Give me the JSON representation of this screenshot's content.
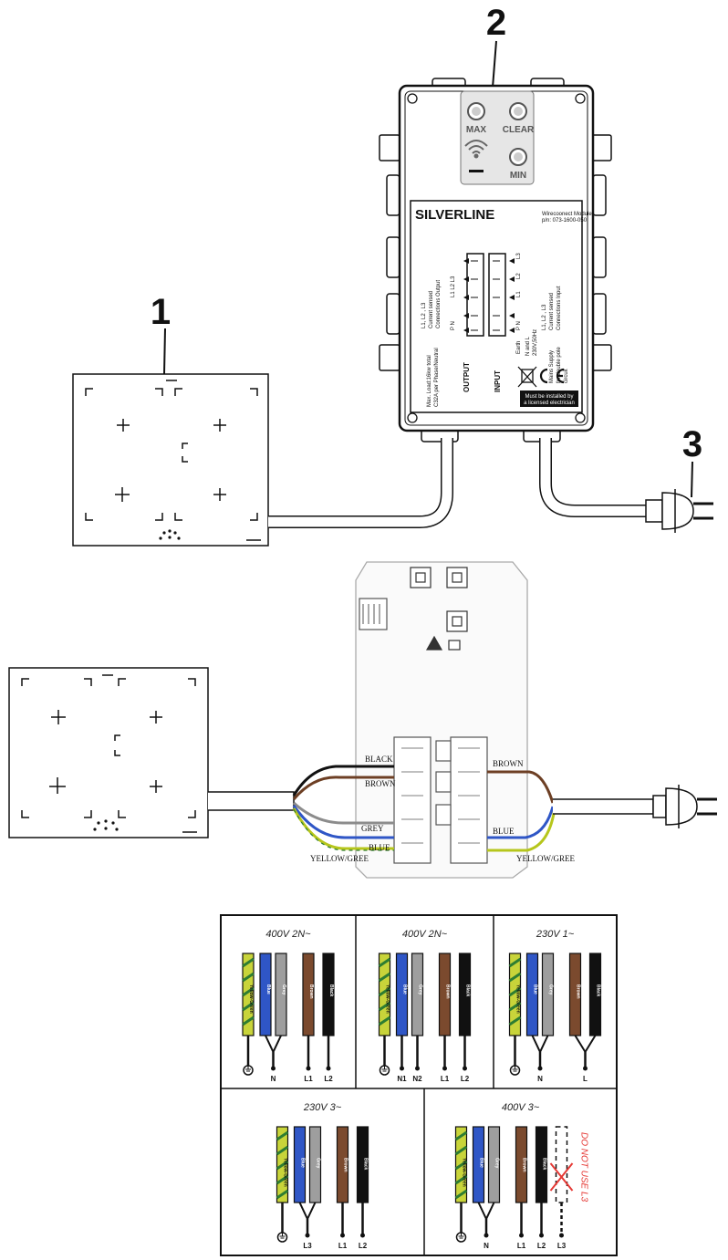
{
  "callouts": {
    "hob": "1",
    "module": "2",
    "plug": "3"
  },
  "module": {
    "buttons": {
      "max": "MAX",
      "clear": "CLEAR",
      "min": "MIN"
    },
    "brand": "SILVERLINE",
    "subtitle_1": "Wirecoonect Module",
    "subtitle_2": "p/n: 073-1600-050",
    "output_label": "OUTPUT",
    "input_label": "INPUT",
    "output_text_1": "L1, L2 , L3",
    "output_text_2": "Current sensed",
    "output_text_3": "Connections Output",
    "output_text_4": "Max. Load:16kw total",
    "output_text_5": "C32A per Phase/Neutral",
    "input_text_1": "L1, L2 , L3",
    "input_text_2": "Current sensed",
    "input_text_3": "Connections Input",
    "input_text_4": "Mains Supply",
    "input_text_5": "for double pole",
    "input_text_6": "circuit",
    "pins_output": [
      "L1 L2 L3",
      "P N"
    ],
    "pins_input": [
      "L1",
      "L2",
      "L3",
      "P N",
      "Earth"
    ],
    "rating_1": "N and L",
    "rating_2": "230V,50Hz",
    "notice_1": "Must be installed by",
    "notice_2": "a licensed electrician"
  },
  "wiring": {
    "left_wires": [
      "BLACK",
      "BROWN",
      "GREY",
      "BLUE",
      "YELLOW/GREE"
    ],
    "right_wires": [
      "BROWN",
      "BLUE",
      "YELLOW/GREE"
    ]
  },
  "configs": [
    {
      "title": "400V 2N~",
      "wires": [
        {
          "name": "Yellow-Green",
          "color": "#c8d43a",
          "stripe": "#2e7d32",
          "terminal": "⏚"
        },
        {
          "name": "Blue",
          "color": "#2f56c6",
          "terminal": "N",
          "bridge": "grey"
        },
        {
          "name": "Grey",
          "color": "#9e9e9e",
          "terminal": ""
        },
        {
          "name": "Brown",
          "color": "#7b4a2e",
          "terminal": "L1"
        },
        {
          "name": "Black",
          "color": "#111111",
          "terminal": "L2"
        }
      ]
    },
    {
      "title": "400V 2N~",
      "wires": [
        {
          "name": "Yellow-Green",
          "color": "#c8d43a",
          "stripe": "#2e7d32",
          "terminal": "⏚"
        },
        {
          "name": "Blue",
          "color": "#2f56c6",
          "terminal": "N1"
        },
        {
          "name": "Grey",
          "color": "#9e9e9e",
          "terminal": "N2"
        },
        {
          "name": "Brown",
          "color": "#7b4a2e",
          "terminal": "L1"
        },
        {
          "name": "Black",
          "color": "#111111",
          "terminal": "L2"
        }
      ]
    },
    {
      "title": "230V 1~",
      "wires": [
        {
          "name": "Yellow-Green",
          "color": "#c8d43a",
          "stripe": "#2e7d32",
          "terminal": "⏚"
        },
        {
          "name": "Blue",
          "color": "#2f56c6",
          "terminal": "N",
          "bridge": "grey"
        },
        {
          "name": "Grey",
          "color": "#9e9e9e",
          "terminal": ""
        },
        {
          "name": "Brown",
          "color": "#7b4a2e",
          "terminal": "L",
          "bridge": "black"
        },
        {
          "name": "Black",
          "color": "#111111",
          "terminal": ""
        }
      ]
    },
    {
      "title": "230V 3~",
      "wires": [
        {
          "name": "Yellow-Green",
          "color": "#c8d43a",
          "stripe": "#2e7d32",
          "terminal": "⏚"
        },
        {
          "name": "Blue",
          "color": "#2f56c6",
          "terminal": "L3",
          "bridge": "grey"
        },
        {
          "name": "Grey",
          "color": "#9e9e9e",
          "terminal": ""
        },
        {
          "name": "Brown",
          "color": "#7b4a2e",
          "terminal": "L1"
        },
        {
          "name": "Black",
          "color": "#111111",
          "terminal": "L2"
        }
      ]
    },
    {
      "title": "400V 3~",
      "wires": [
        {
          "name": "Yellow-Green",
          "color": "#c8d43a",
          "stripe": "#2e7d32",
          "terminal": "⏚"
        },
        {
          "name": "Blue",
          "color": "#2f56c6",
          "terminal": "N",
          "bridge": "grey"
        },
        {
          "name": "Grey",
          "color": "#9e9e9e",
          "terminal": ""
        },
        {
          "name": "Brown",
          "color": "#7b4a2e",
          "terminal": "L1"
        },
        {
          "name": "Black",
          "color": "#111111",
          "terminal": "L2"
        },
        {
          "name": "",
          "color": "none",
          "dashed": true,
          "terminal": "L3"
        }
      ],
      "warning": "DO NOT USE L3"
    }
  ]
}
